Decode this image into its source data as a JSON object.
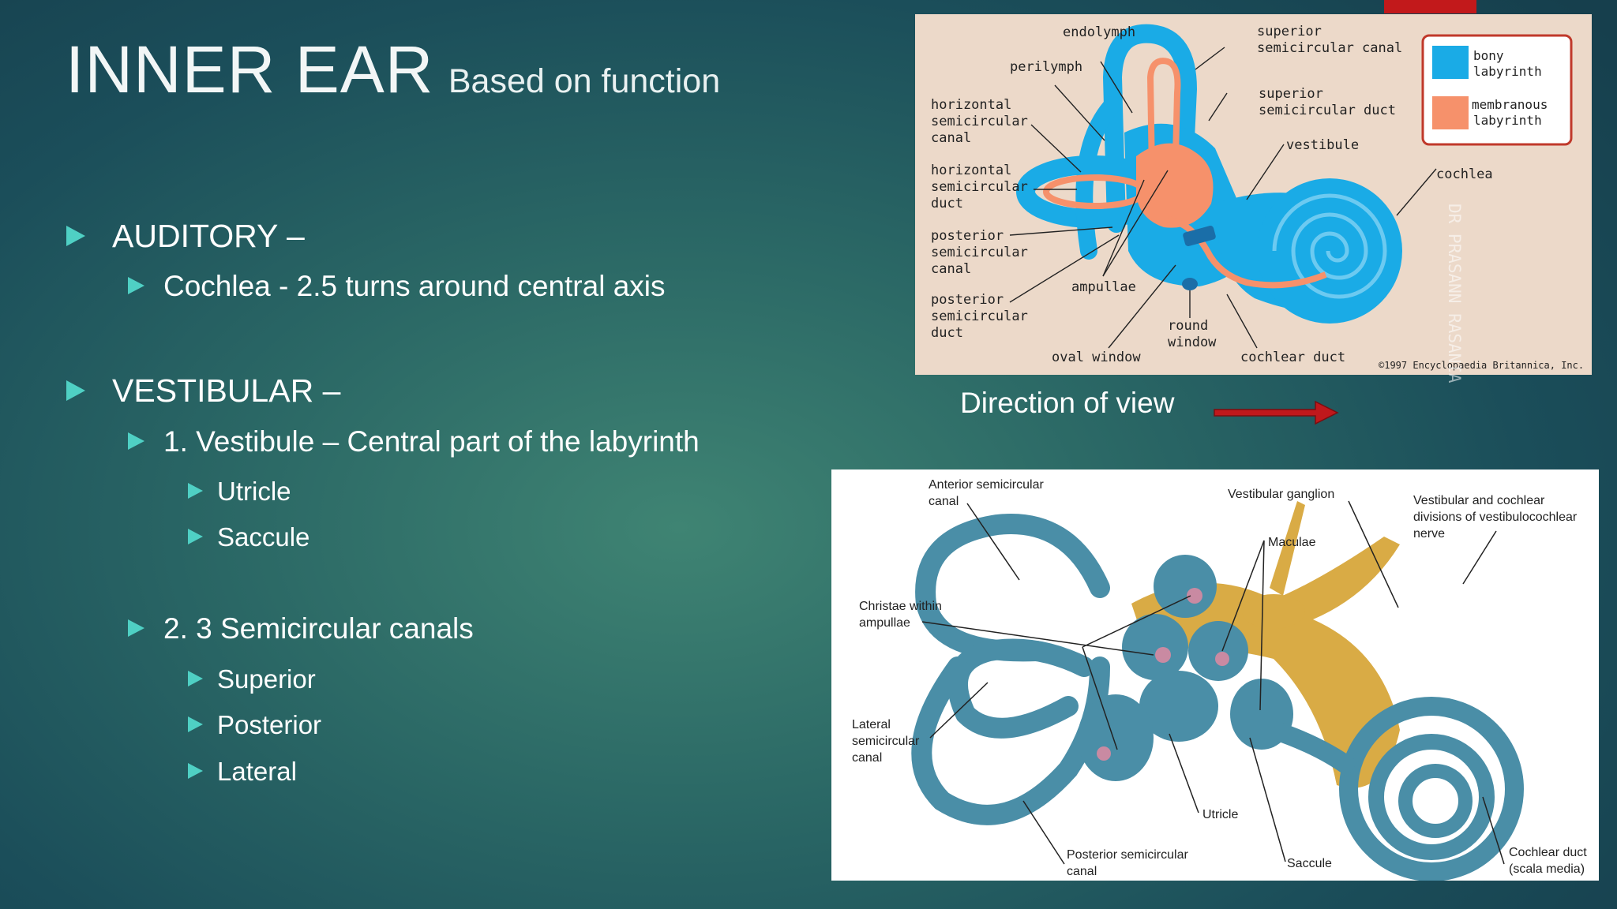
{
  "slide": {
    "title": "INNER EAR",
    "subtitle": "Based on function",
    "bullets": {
      "auditory": "AUDITORY –",
      "cochlea": "Cochlea - 2.5 turns around central axis",
      "vestibular": "VESTIBULAR –",
      "vestibule": "1. Vestibule – Central part of the labyrinth",
      "utricle": "Utricle",
      "saccule": "Saccule",
      "semicircular": "2. 3 Semicircular canals",
      "superior": "Superior",
      "posterior": "Posterior",
      "lateral": "Lateral"
    },
    "direction_label": "Direction of view",
    "watermark": "DR PRASANN RASANIA"
  },
  "figure1": {
    "labels": {
      "endolymph": "endolymph",
      "perilymph": "perilymph",
      "horiz_canal_1": "horizontal",
      "horiz_canal_2": "semicircular",
      "horiz_canal_3": "canal",
      "horiz_duct_1": "horizontal",
      "horiz_duct_2": "semicircular",
      "horiz_duct_3": "duct",
      "post_canal_1": "posterior",
      "post_canal_2": "semicircular",
      "post_canal_3": "canal",
      "post_duct_1": "posterior",
      "post_duct_2": "semicircular",
      "post_duct_3": "duct",
      "ampullae": "ampullae",
      "oval_window": "oval window",
      "round_window_1": "round",
      "round_window_2": "window",
      "cochlear_duct": "cochlear duct",
      "sup_canal_1": "superior",
      "sup_canal_2": "semicircular canal",
      "sup_duct_1": "superior",
      "sup_duct_2": "semicircular duct",
      "vestibule": "vestibule",
      "cochlea": "cochlea",
      "legend_bony_1": "bony",
      "legend_bony_2": "labyrinth",
      "legend_membranous_1": "membranous",
      "legend_membranous_2": "labyrinth",
      "copyright": "©1997 Encyclopaedia Britannica, Inc."
    },
    "colors": {
      "bony": "#1aabe6",
      "membranous": "#f6916b",
      "background": "#ecd9c9"
    }
  },
  "figure2": {
    "labels": {
      "anterior_1": "Anterior semicircular",
      "anterior_2": "canal",
      "cristae_1": "Christae within",
      "cristae_2": "ampullae",
      "lateral_1": "Lateral",
      "lateral_2": "semicircular",
      "lateral_3": "canal",
      "posterior_1": "Posterior semicircular",
      "posterior_2": "canal",
      "utricle": "Utricle",
      "saccule": "Saccule",
      "maculae": "Maculae",
      "ganglion": "Vestibular ganglion",
      "divisions_1": "Vestibular and cochlear",
      "divisions_2": "divisions of vestibulocochlear",
      "divisions_3": "nerve",
      "cochlear_duct_1": "Cochlear duct",
      "cochlear_duct_2": "(scala media)"
    },
    "colors": {
      "canal": "#4a8ea7",
      "nerve": "#d9ab45"
    }
  }
}
